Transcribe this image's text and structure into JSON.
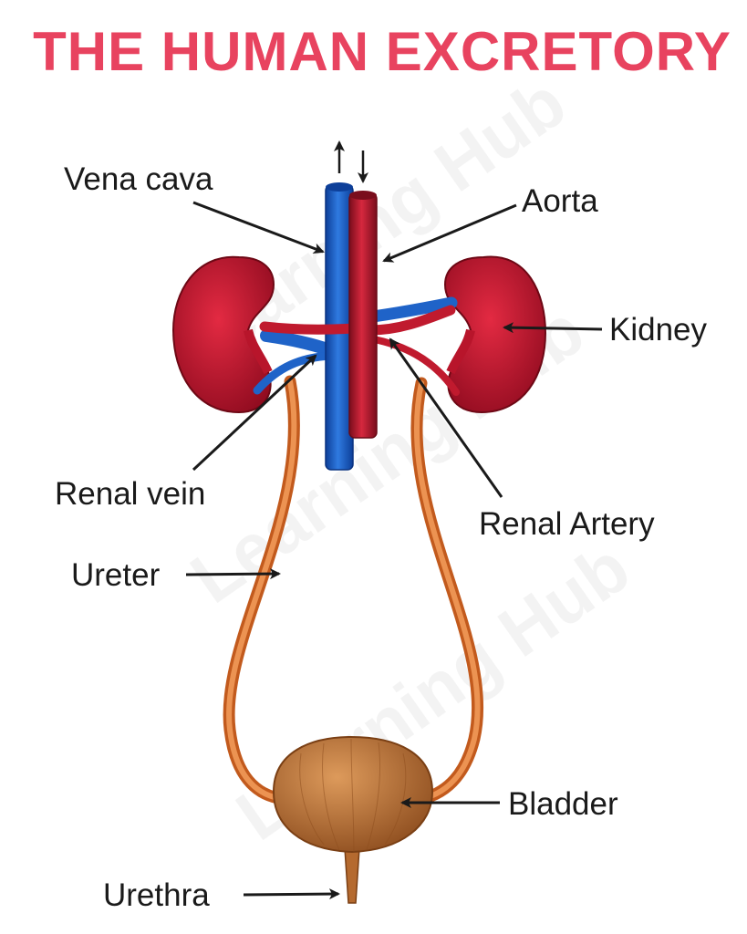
{
  "title": "THE HUMAN EXCRETORY",
  "watermark": "Learning Hub",
  "labels": {
    "vena_cava": "Vena cava",
    "aorta": "Aorta",
    "kidney": "Kidney",
    "renal_vein": "Renal vein",
    "renal_artery": "Renal Artery",
    "ureter": "Ureter",
    "bladder": "Bladder",
    "urethra": "Urethra"
  },
  "colors": {
    "title": "#e8435f",
    "kidney": "#c8102e",
    "vein": "#1f63c8",
    "artery": "#c01a2e",
    "ureter": "#d9732e",
    "bladder": "#b56a2f",
    "label_text": "#1a1a1a"
  }
}
